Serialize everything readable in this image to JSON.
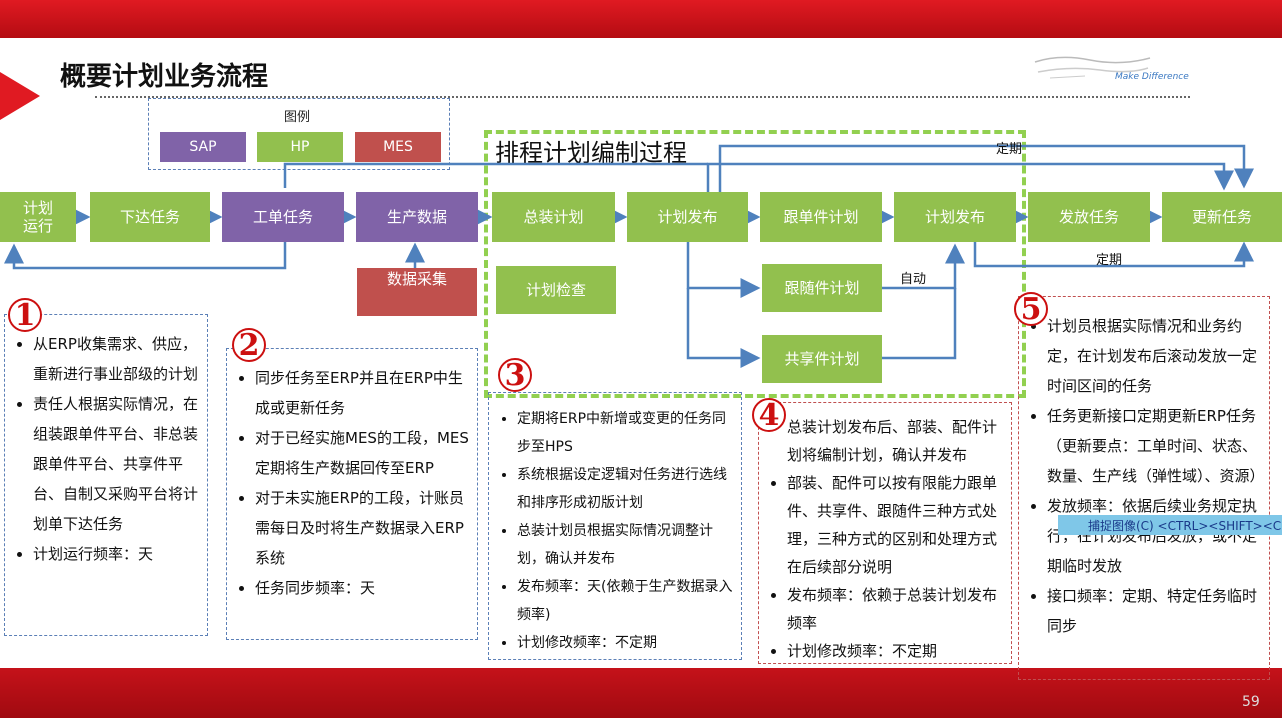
{
  "title": "概要计划业务流程",
  "logo_tagline": "Make Difference",
  "legend": {
    "title": "图例",
    "sap": "SAP",
    "hp": "HP",
    "mes": "MES"
  },
  "process_title": "排程计划编制过程",
  "nodes": {
    "plan_run": "计划\n运行",
    "issue_task": "下达任务",
    "work_order": "工单任务",
    "prod_data": "生产数据",
    "data_collect": "数据采集",
    "assembly_plan": "总装计划",
    "plan_check": "计划检查",
    "plan_publish_1": "计划发布",
    "follow_unit_plan": "跟单件计划",
    "follow_part_plan": "跟随件计划",
    "shared_part_plan": "共享件计划",
    "plan_publish_2": "计划发布",
    "release_task": "发放任务",
    "update_task": "更新任务"
  },
  "edge_labels": {
    "periodic_top": "定期",
    "periodic_bottom": "定期",
    "auto": "自动"
  },
  "notes": {
    "n1": {
      "num": "1",
      "items": [
        "从ERP收集需求、供应，重新进行事业部级的计划",
        "责任人根据实际情况，在组装跟单件平台、非总装跟单件平台、共享件平台、自制又采购平台将计划单下达任务",
        "计划运行频率：天"
      ]
    },
    "n2": {
      "num": "2",
      "items": [
        "同步任务至ERP并且在ERP中生成或更新任务",
        "对于已经实施MES的工段，MES定期将生产数据回传至ERP",
        "对于未实施ERP的工段，计账员需每日及时将生产数据录入ERP系统",
        "任务同步频率：天"
      ]
    },
    "n3": {
      "num": "3",
      "items": [
        "定期将ERP中新增或变更的任务同步至HPS",
        "系统根据设定逻辑对任务进行选线和排序形成初版计划",
        "总装计划员根据实际情况调整计划，确认并发布",
        "发布频率：天(依赖于生产数据录入频率)",
        "计划修改频率：不定期"
      ]
    },
    "n4": {
      "num": "4",
      "items": [
        "总装计划发布后、部装、配件计划将编制计划，确认并发布",
        "部装、配件可以按有限能力跟单件、共享件、跟随件三种方式处理，三种方式的区别和处理方式在后续部分说明",
        "发布频率：依赖于总装计划发布频率",
        "计划修改频率：不定期"
      ]
    },
    "n5": {
      "num": "5",
      "items": [
        "计划员根据实际情况和业务约定，在计划发布后滚动发放一定时间区间的任务",
        "任务更新接口定期更新ERP任务（更新要点：工单时间、状态、数量、生产线（弹性域）、资源）",
        "发放频率：依据后续业务规定执行，在计划发布后发放，或不定期临时发放",
        "接口频率：定期、特定任务临时同步"
      ]
    }
  },
  "capture_bar": "捕捉图像(C)    <CTRL><SHIFT><C>",
  "page_number": "59"
}
